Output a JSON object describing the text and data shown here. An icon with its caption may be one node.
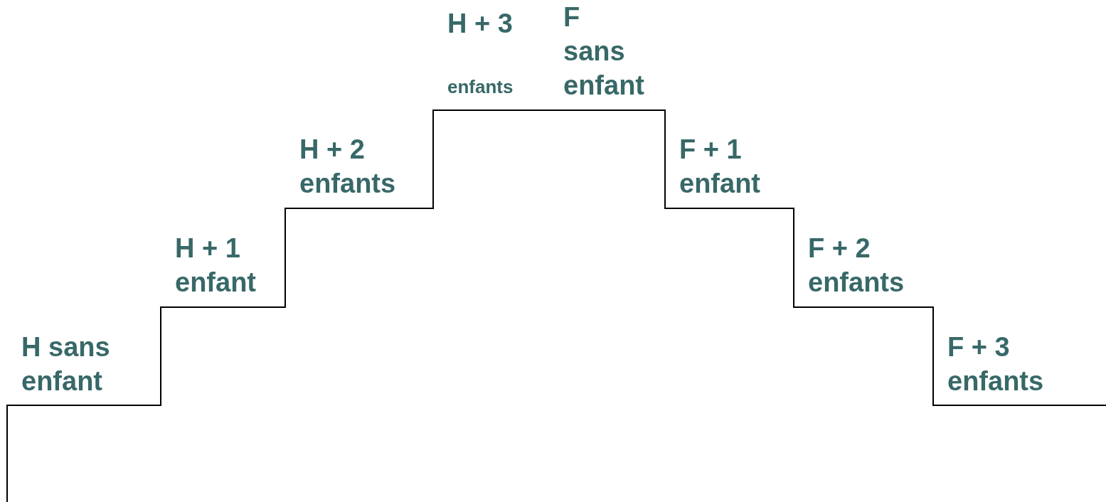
{
  "diagram": {
    "labels": [
      "H + 3",
      "enfants",
      "F sans enfant",
      "H + 2 enfants",
      "F + 1 enfant",
      "H + 1 enfant",
      "F + 2 enfants",
      "H sans enfant",
      "F + 3 enfants"
    ]
  }
}
